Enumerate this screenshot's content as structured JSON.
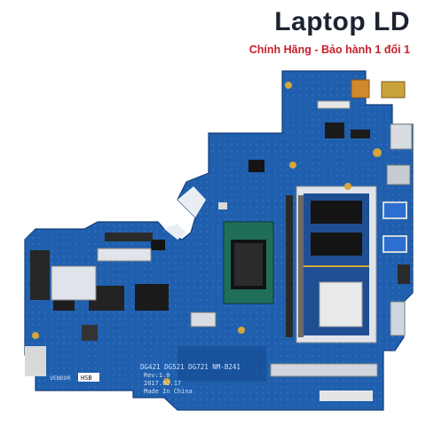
{
  "brand": {
    "title": "Laptop LD",
    "subtitle": "Chính Hãng - Bảo hành 1 đổi 1"
  },
  "board": {
    "model_lines": [
      "DG421 DG521 DG721 NM-B241",
      "Rev:1.0",
      "2017.02.17",
      "Made In China"
    ],
    "vendor_label": "VENDOR",
    "vendor_code": "HSB",
    "colors": {
      "pcb": "#1f5fae",
      "pcb_light": "#2b72c4",
      "silkscreen": "#dfe9f7",
      "chip": "#1a1a1a",
      "cpu_die": "#1f6e5a",
      "gold": "#d4a63a"
    }
  }
}
